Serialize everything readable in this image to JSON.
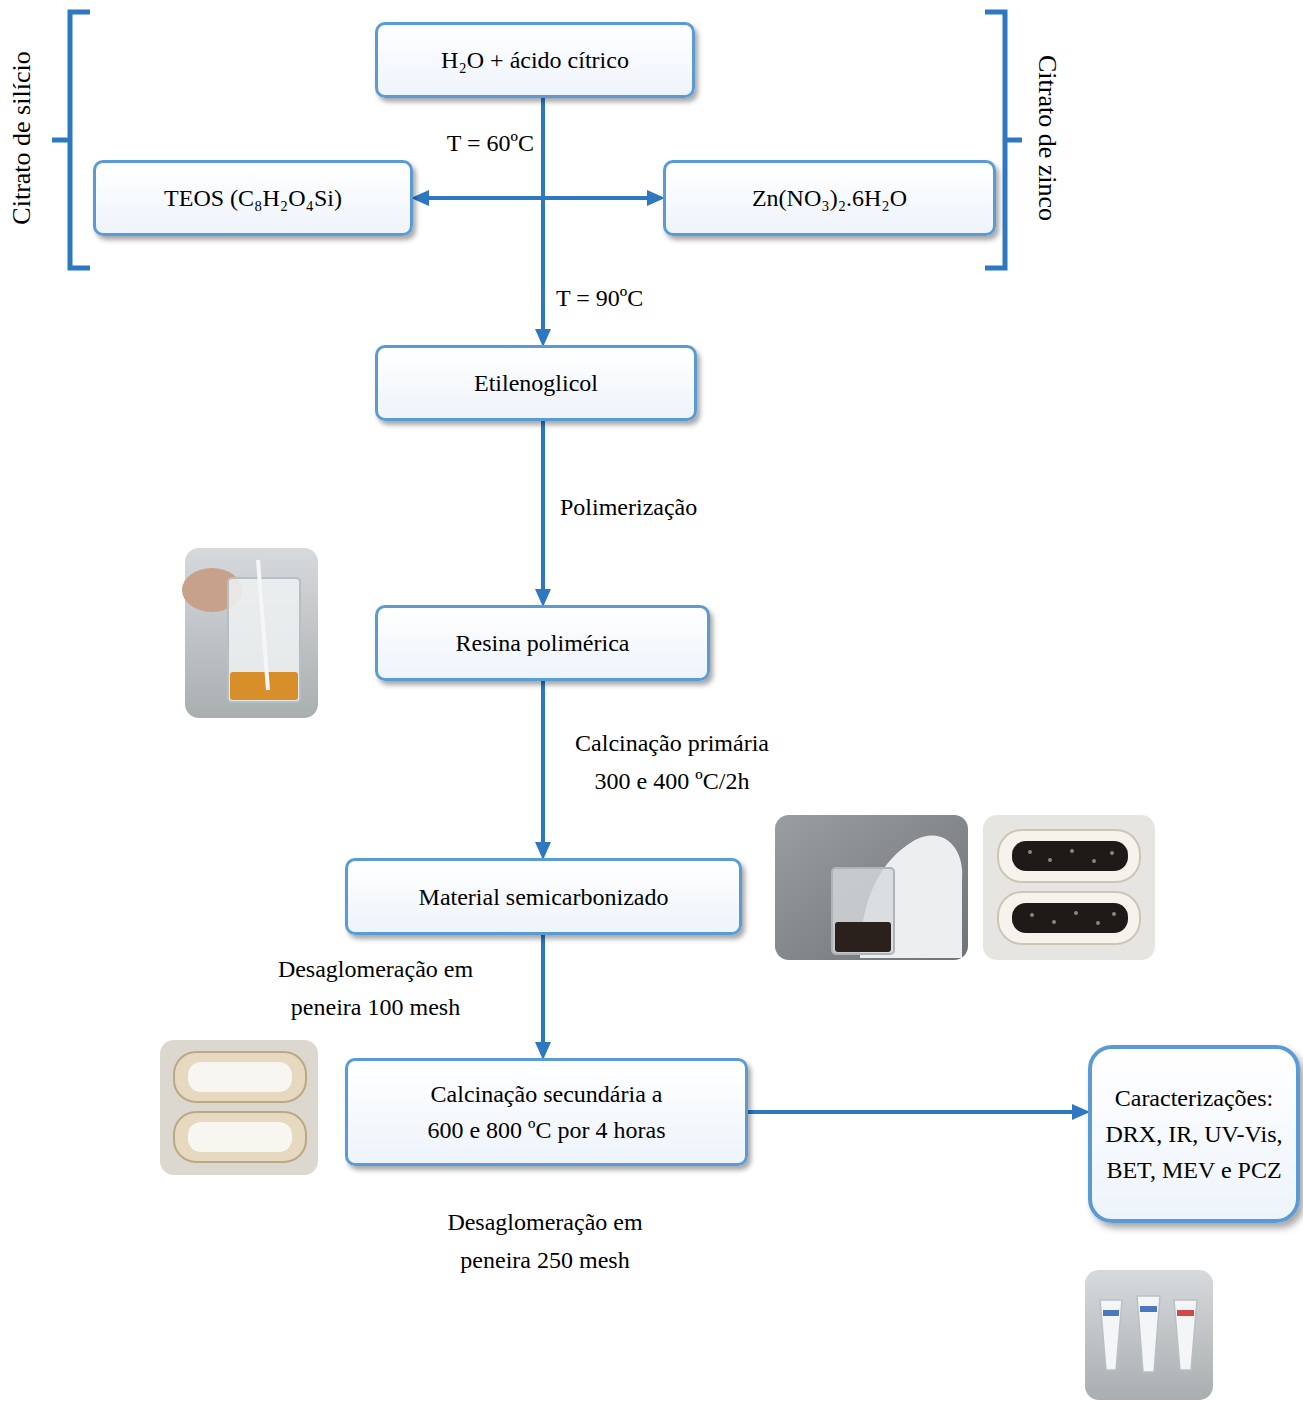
{
  "diagram": {
    "nodes": [
      {
        "text": [
          "H₂O + ácido cítrico"
        ]
      },
      {
        "text": [
          "TEOS (C₈H₂O₄Si)"
        ]
      },
      {
        "text": [
          "Zn(NO₃)₂.6H₂O"
        ]
      },
      {
        "text": [
          "Etilenoglicol"
        ]
      },
      {
        "text": [
          "Resina polimérica"
        ]
      },
      {
        "text": [
          "Material semicarbonizado"
        ]
      },
      {
        "text": [
          "Calcinação secundária a 600 e 800 ºC por 4 horas"
        ]
      },
      {
        "text": [
          "Caracterizações: DRX, IR, UV-Vis, BET, MEV e PCZ"
        ]
      }
    ],
    "edges": [
      {
        "from": 0,
        "to": 3,
        "arrow": "to"
      },
      {
        "from": 1,
        "to": 2,
        "arrow": "both"
      },
      {
        "from": 3,
        "to": 4,
        "label": "Polimerização",
        "arrow": "to"
      },
      {
        "from": 4,
        "to": 5,
        "label": "Calcinação primária 300 e 400 ºC/2h",
        "arrow": "to"
      },
      {
        "from": 5,
        "to": 6,
        "label": "Desaglomeração em peneira 100 mesh",
        "arrow": "to"
      },
      {
        "from": 6,
        "to": 7,
        "arrow": "to"
      }
    ],
    "labels": [
      "Citrato de silício",
      "Citrato de zinco",
      "T = 60ºC",
      "T = 90ºC",
      "Desaglomeração em peneira 250 mesh"
    ]
  }
}
